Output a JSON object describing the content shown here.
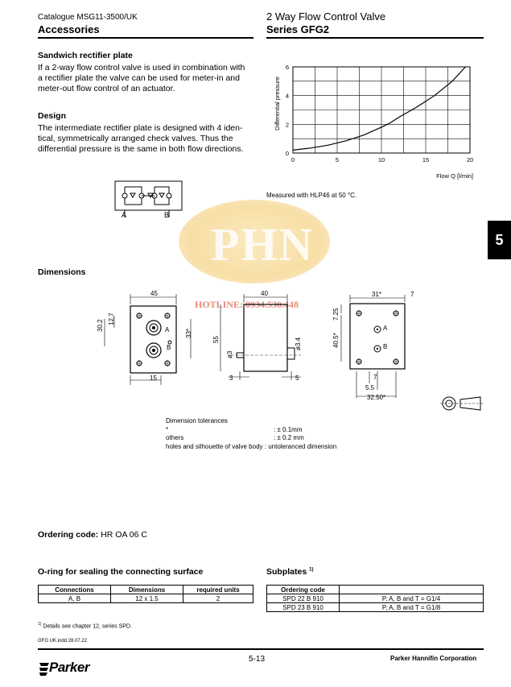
{
  "header": {
    "catalogue": "Catalogue MSG11-3500/UK",
    "section": "Accessories",
    "product": "2 Way Flow Control Valve",
    "series": "Series GFG2"
  },
  "sandwich": {
    "title": "Sandwich rectifier plate",
    "lines": [
      "If a 2-way flow control valve is used in combination with",
      "a rectifier plate the valve can be used for meter-in and",
      "meter-out flow control of an actuator."
    ]
  },
  "design": {
    "title": "Design",
    "lines": [
      "The intermediate rectifier plate is designed with 4 iden-",
      "tical, symmetrically arranged check valves. Thus the",
      "differential pressure is the same in both flow directions."
    ]
  },
  "schematic": {
    "port_a": "A",
    "port_b": "B"
  },
  "chart_data": {
    "type": "line",
    "xlabel": "Flow Q [l/min]",
    "ylabel": "Differential pressure",
    "xlim": [
      0,
      20
    ],
    "ylim": [
      0,
      6
    ],
    "x_ticks": [
      "0",
      "5",
      "10",
      "15",
      "20"
    ],
    "y_ticks": [
      "0",
      "2",
      "4",
      "6"
    ],
    "grid": true,
    "note": "Measured with HLP46 at 50 °C.",
    "series": [
      {
        "x": [
          0,
          2,
          4,
          6,
          8,
          10,
          11,
          12,
          14,
          16,
          18,
          19.5
        ],
        "y": [
          0.2,
          0.35,
          0.55,
          0.85,
          1.25,
          1.8,
          2.1,
          2.5,
          3.2,
          4.0,
          5.0,
          6.1
        ]
      }
    ]
  },
  "watermark": {
    "logo": "PHN",
    "hotline": "HOTLINE: 0934.530.448"
  },
  "tab": {
    "number": "5"
  },
  "dimensions": {
    "title": "Dimensions",
    "front": {
      "w": "45",
      "h1": "30.2",
      "h2": "12.7",
      "h3": "33*",
      "bottom": "15",
      "port_a": "A",
      "port_b": "B"
    },
    "side": {
      "w": "40",
      "h": "55",
      "d1": "ø3",
      "d2": "ø3.4",
      "b1": "3",
      "b2": "5"
    },
    "right": {
      "w": "31*",
      "r": "7",
      "h1": "7.25",
      "h2": "40.5*",
      "b1": "7",
      "b2": "5.5",
      "b3": "32.50*",
      "port_a": "A",
      "port_b": "B"
    },
    "tolerances_title": "Dimension tolerances",
    "tolerances": [
      {
        "label": "*",
        "value": ": ± 0.1mm"
      },
      {
        "label": "others",
        "value": ": ± 0.2 mm"
      },
      {
        "label": "holes and silhouette of valve body",
        "value": ": untoleranced dimension"
      }
    ]
  },
  "ordering": {
    "label": "Ordering code:",
    "code": "HR OA 06 C"
  },
  "oring": {
    "title": "O-ring for sealing the connecting surface",
    "headers": [
      "Connections",
      "Dimensions",
      "required units"
    ],
    "rows": [
      [
        "A, B",
        "12 x 1.5",
        "2"
      ]
    ]
  },
  "subplates": {
    "title": "Subplates",
    "sup": "1)",
    "headers": [
      "Ordering code",
      ""
    ],
    "rows": [
      [
        "SPD 22 B 910",
        "P, A, B and T = G1/4"
      ],
      [
        "SPD 23 B 910",
        "P, A, B and T = G1/8"
      ]
    ]
  },
  "footnote": {
    "sup": "1)",
    "text": "Details see chapter 12, series SPD."
  },
  "footer": {
    "file": "GFG UK.indd 28.07.22",
    "page": "5-13",
    "company": "Parker Hannifin Corporation",
    "logo": "Parker"
  }
}
